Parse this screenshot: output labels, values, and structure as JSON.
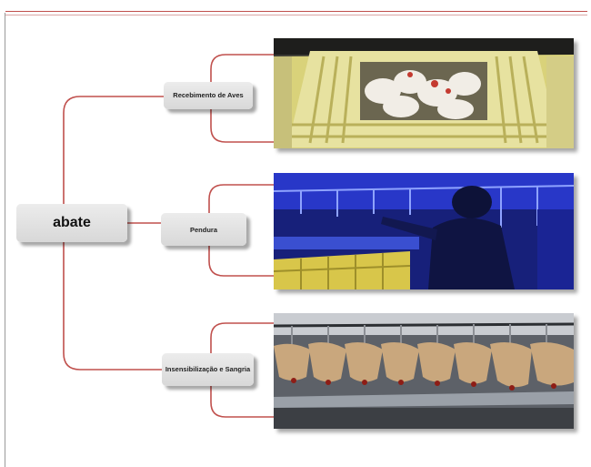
{
  "diagram": {
    "root": {
      "label": "abate"
    },
    "steps": [
      {
        "label": "Recebimento de Aves",
        "photo": "crate-of-chickens-photo"
      },
      {
        "label": "Pendura",
        "photo": "worker-hanging-birds-photo"
      },
      {
        "label": "Insensibilização e Sangria",
        "photo": "shackle-line-bleeding-photo"
      }
    ]
  },
  "colors": {
    "connector": "#c0504d",
    "box": "#e3e3e3",
    "frame": "#9a9a9a"
  }
}
